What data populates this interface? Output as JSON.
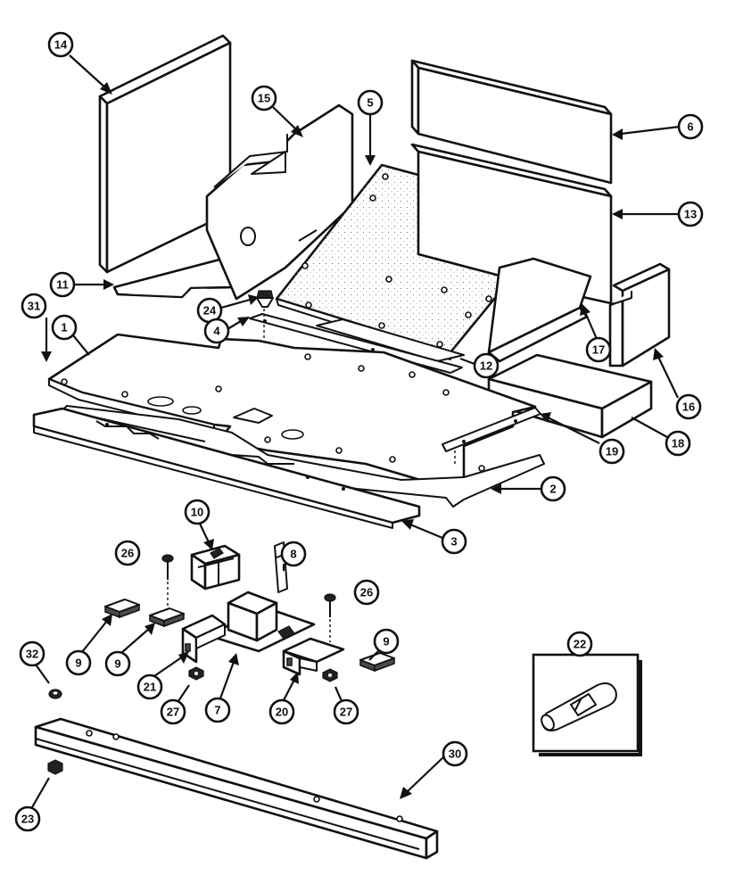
{
  "callouts": [
    {
      "label": "14"
    },
    {
      "label": "15"
    },
    {
      "label": "5"
    },
    {
      "label": "6"
    },
    {
      "label": "13"
    },
    {
      "label": "11"
    },
    {
      "label": "24"
    },
    {
      "label": "31"
    },
    {
      "label": "1"
    },
    {
      "label": "4"
    },
    {
      "label": "17"
    },
    {
      "label": "12"
    },
    {
      "label": "16"
    },
    {
      "label": "19"
    },
    {
      "label": "18"
    },
    {
      "label": "2"
    },
    {
      "label": "3"
    },
    {
      "label": "10"
    },
    {
      "label": "8"
    },
    {
      "label": "26"
    },
    {
      "label": "26"
    },
    {
      "label": "9"
    },
    {
      "label": "9"
    },
    {
      "label": "9"
    },
    {
      "label": "21"
    },
    {
      "label": "7"
    },
    {
      "label": "20"
    },
    {
      "label": "27"
    },
    {
      "label": "27"
    },
    {
      "label": "32"
    },
    {
      "label": "22"
    },
    {
      "label": "30"
    },
    {
      "label": "23"
    }
  ]
}
